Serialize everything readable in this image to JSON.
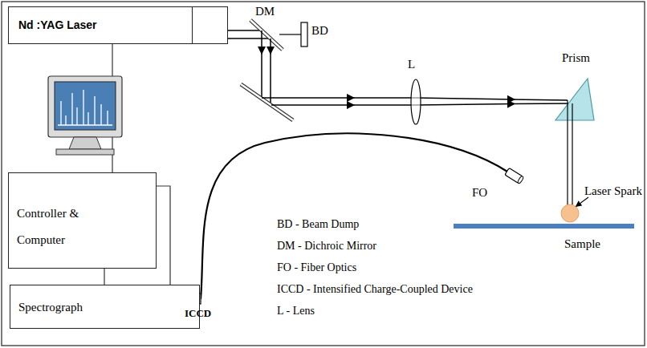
{
  "diagram": {
    "nodes": [
      {
        "text": [
          "Nd :YAG Laser"
        ]
      },
      {
        "text": [
          "Controller & Computer"
        ]
      },
      {
        "text": [
          "Spectrograph"
        ]
      }
    ],
    "edges": [
      {
        "from": 0,
        "to": 1,
        "arrow": "none"
      },
      {
        "from": 1,
        "to": 2,
        "arrow": "none"
      }
    ],
    "labels": [
      "DM",
      "BD",
      "L",
      "Prism",
      "Laser Spark",
      "FO",
      "Sample",
      "ICCD",
      "BD - Beam Dump",
      "DM - Dichroic Mirror",
      "FO - Fiber Optics",
      "ICCD - Intensified Charge-Coupled Device",
      "L - Lens"
    ]
  }
}
